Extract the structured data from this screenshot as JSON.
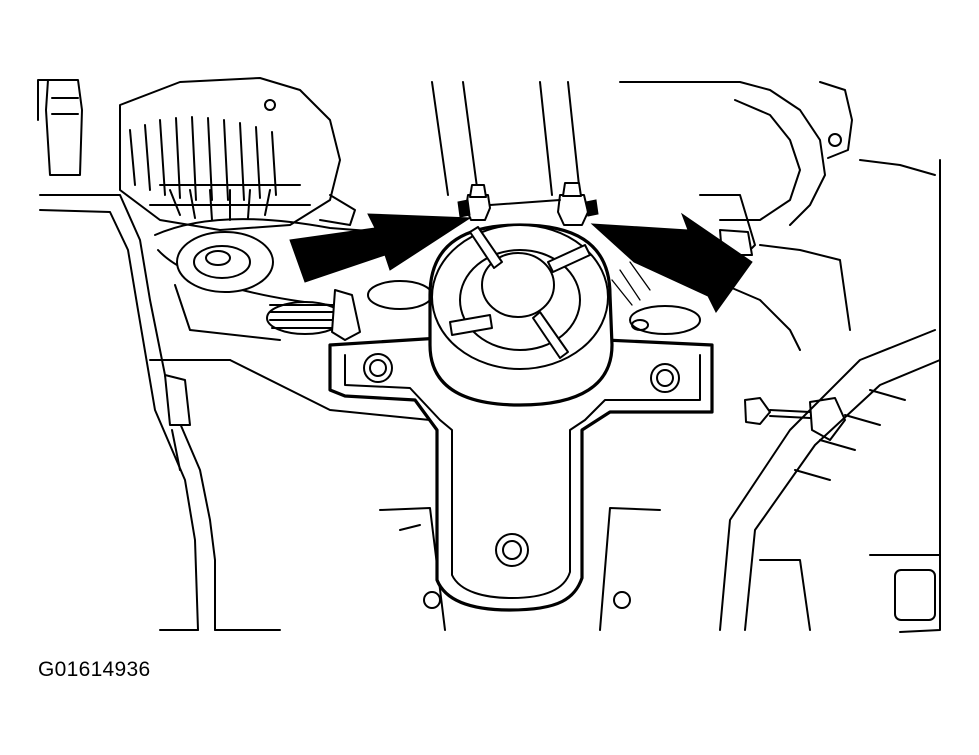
{
  "figure": {
    "id_label": "G01614936"
  },
  "icons": {
    "arrow_left": "arrow-pointer-left",
    "arrow_right": "arrow-pointer-right"
  }
}
